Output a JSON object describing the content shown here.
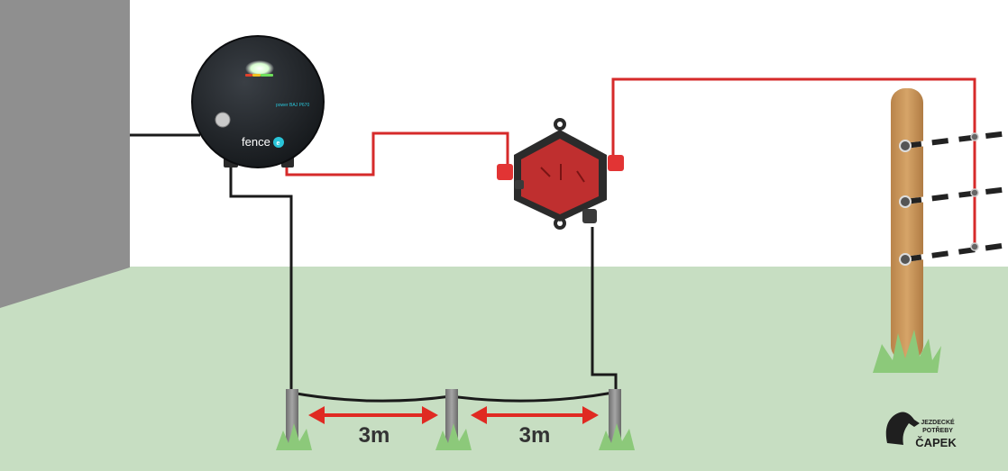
{
  "energizer": {
    "brand": "fence",
    "model_text": "power BAJ P670"
  },
  "ground_rods": {
    "spacing_1": "3m",
    "spacing_2": "3m"
  },
  "logo": {
    "line1": "JEZDECKÉ",
    "line2": "POTŘEBY",
    "line3": "ČAPEK"
  },
  "colors": {
    "sky": "#ffffff",
    "grass": "#c7dec2",
    "wall": "#8f8f8f",
    "live_wire": "#d62a2a",
    "earth_wire": "#1a1a1a",
    "post": "#c8955a",
    "arrow": "#e02a22"
  }
}
